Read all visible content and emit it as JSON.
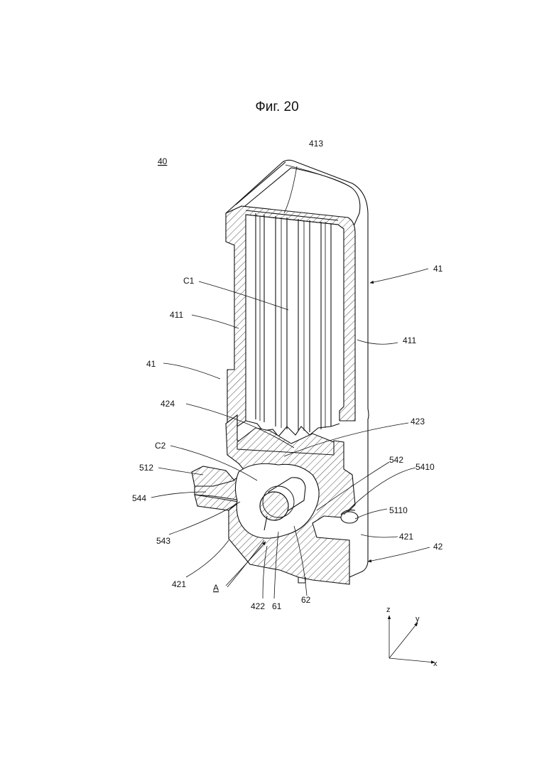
{
  "figure": {
    "title": "Фиг. 20",
    "assembly_label": "40"
  },
  "labels": {
    "l413": "413",
    "l41_top": "41",
    "lC1": "C1",
    "l411_left": "411",
    "l411_right": "411",
    "l41_left": "41",
    "l424": "424",
    "l423": "423",
    "lC2": "C2",
    "l542": "542",
    "l5410": "5410",
    "l512": "512",
    "l544": "544",
    "l5110": "5110",
    "l543": "543",
    "l421_right": "421",
    "l42": "42",
    "l421_left": "421",
    "lA": "A",
    "l422": "422",
    "l61": "61",
    "l62": "62"
  },
  "axes": {
    "z": "z",
    "y": "y",
    "x": "x"
  }
}
